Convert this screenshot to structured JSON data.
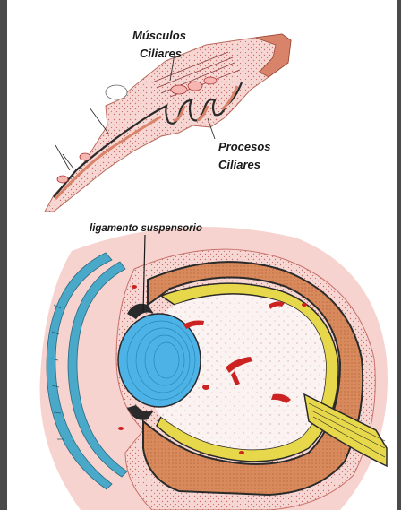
{
  "labels": {
    "musculos_line1": "Músculos",
    "musculos_line2": "Ciliares",
    "procesos_line1": "Procesos",
    "procesos_line2": "Ciliares",
    "ligamento": "ligamento suspensorio"
  },
  "colors": {
    "frame_edge": "#4a4a4a",
    "ciliary_tissue": "#f2c9c4",
    "ciliary_dark": "#d9846a",
    "lens": "#4db3e6",
    "cornea": "#4aa8c8",
    "sclera_pink": "#f4c7c5",
    "choroid_brown": "#d98a5c",
    "retina_yellow": "#e6d84a",
    "vessel_red": "#cc2222"
  }
}
